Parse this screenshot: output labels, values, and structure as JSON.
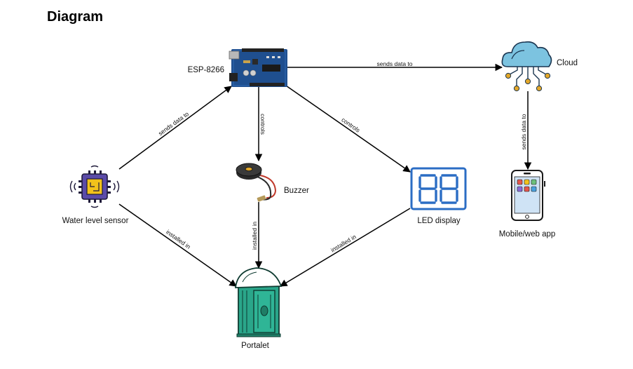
{
  "title": "Diagram",
  "nodes": {
    "esp": {
      "label": "ESP-8266",
      "icon": "microcontroller-board-icon"
    },
    "cloud": {
      "label": "Cloud",
      "icon": "cloud-icon"
    },
    "water_sensor": {
      "label": "Water level sensor",
      "icon": "sensor-chip-icon"
    },
    "buzzer": {
      "label": "Buzzer",
      "icon": "buzzer-icon"
    },
    "led": {
      "label": "LED display",
      "icon": "seven-segment-display-icon"
    },
    "mobile": {
      "label": "Mobile/web app",
      "icon": "smartphone-icon"
    },
    "portalet": {
      "label": "Portalet",
      "icon": "portable-toilet-icon"
    }
  },
  "edges": [
    {
      "id": "sensor-esp",
      "from": "water_sensor",
      "to": "esp",
      "label": "sends data to"
    },
    {
      "id": "esp-cloud",
      "from": "esp",
      "to": "cloud",
      "label": "sends data to"
    },
    {
      "id": "cloud-mobile",
      "from": "cloud",
      "to": "mobile",
      "label": "sends data to"
    },
    {
      "id": "esp-buzzer",
      "from": "esp",
      "to": "buzzer",
      "label": "controls"
    },
    {
      "id": "esp-led",
      "from": "esp",
      "to": "led",
      "label": "controls"
    },
    {
      "id": "sensor-portalet",
      "from": "water_sensor",
      "to": "portalet",
      "label": "installed in"
    },
    {
      "id": "buzzer-portalet",
      "from": "buzzer",
      "to": "portalet",
      "label": "installed in"
    },
    {
      "id": "led-portalet",
      "from": "led",
      "to": "portalet",
      "label": "installed in"
    }
  ],
  "colors": {
    "board_blue": "#1f4f8f",
    "cloud_blue": "#7cc3e0",
    "sensor_purple": "#5b4ba8",
    "sensor_yellow": "#f2c21b",
    "led_blue": "#2b6dc4",
    "portalet_teal": "#2aa68a",
    "gold": "#e2a72a"
  }
}
